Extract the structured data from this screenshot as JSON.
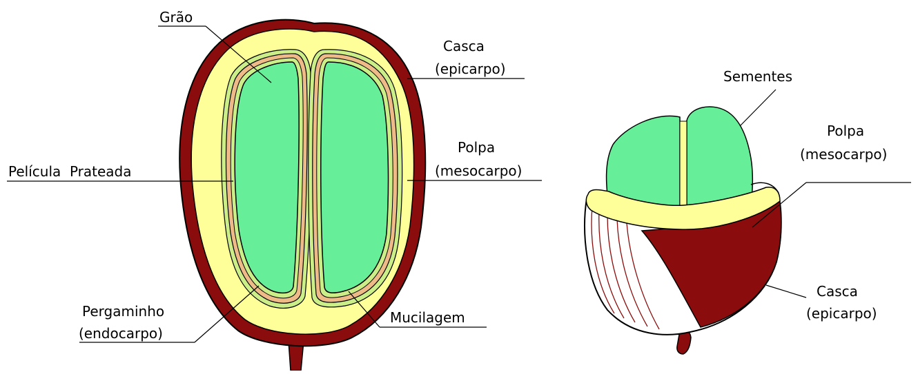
{
  "colors": {
    "casca": "#8a0c0c",
    "polpa": "#ffff99",
    "grao": "#66ee99",
    "mucilagem": "#ccee88",
    "pergaminho": "#eebb88",
    "outline": "#000000",
    "background": "#ffffff"
  },
  "left_labels": {
    "grao": "Grão",
    "casca_l1": "Casca",
    "casca_l2": "(epicarpo)",
    "pelicula": "Película  Prateada",
    "polpa_l1": "Polpa",
    "polpa_l2": "(mesocarpo)",
    "pergaminho_l1": "Pergaminho",
    "pergaminho_l2": "(endocarpo)",
    "mucilagem": "Mucilagem"
  },
  "right_labels": {
    "sementes": "Sementes",
    "polpa_l1": "Polpa",
    "polpa_l2": "(mesocarpo)",
    "casca_l1": "Casca",
    "casca_l2": "(epicarpo)"
  }
}
